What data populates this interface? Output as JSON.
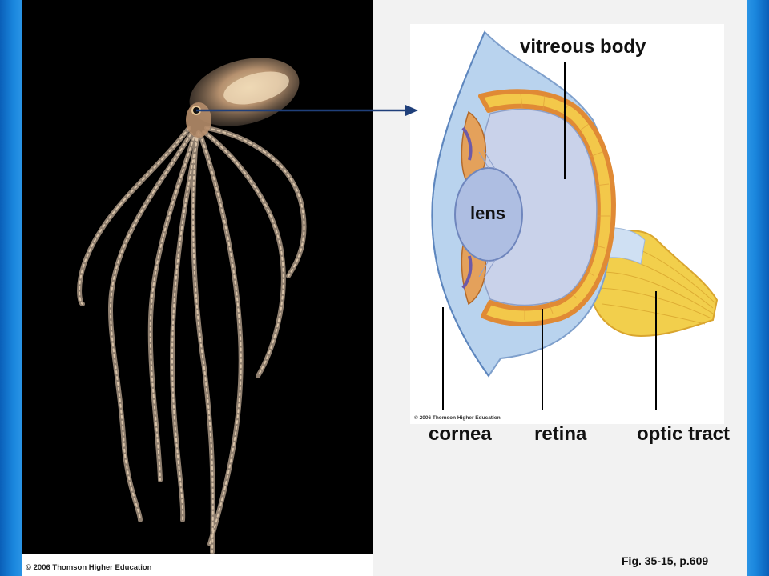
{
  "photo": {
    "credit": "© 2006 Thomson Higher Education"
  },
  "diagram": {
    "credit": "© 2006 Thomson Higher Education",
    "labels": {
      "vitreous_body": "vitreous body",
      "lens": "lens",
      "cornea": "cornea",
      "retina": "retina",
      "optic_tract": "optic tract"
    }
  },
  "caption": "Fig. 35-15, p.609",
  "colors": {
    "background_blue": "#1a86dd",
    "photo_background": "#000000",
    "eyeball_fill": "#c9d2ea",
    "outer_layer": "#b9d3ee",
    "retina_yellow": "#f3c84a",
    "retina_orange": "#e08a35",
    "optic_tract_yellow": "#f2cf4c",
    "arrow": "#1f3f7a"
  }
}
